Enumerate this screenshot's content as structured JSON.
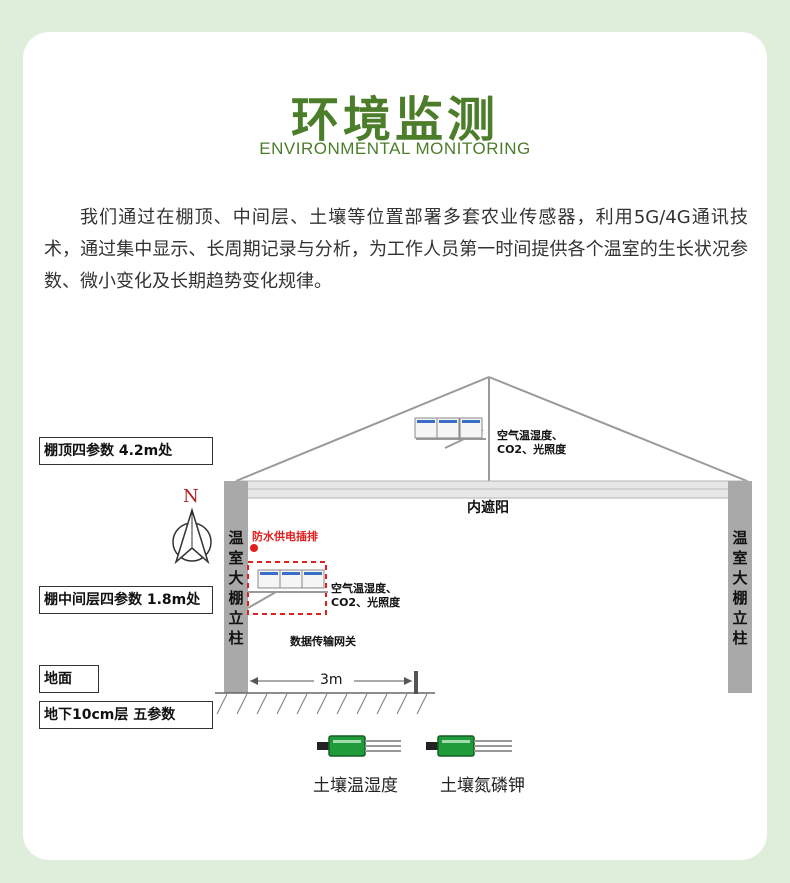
{
  "title": "环境监测",
  "subtitle": "ENVIRONMENTAL MONITORING",
  "description": "我们通过在棚顶、中间层、土壤等位置部署多套农业传感器，利用5G/4G通讯技术，通过集中显示、长周期记录与分析，为工作人员第一时间提供各个温室的生长状况参数、微小变化及长期趋势变化规律。",
  "diagram": {
    "labels": {
      "roof": "棚顶四参数    4.2m处",
      "middle": "棚中间层四参数 1.8m处",
      "ground": "地面",
      "underground": "地下10cm层  五参数"
    },
    "compass_letter": "N",
    "roof_sensor_text_1": "空气温湿度、",
    "roof_sensor_text_2": "CO2、光照度",
    "mid_sensor_text_1": "空气温湿度、",
    "mid_sensor_text_2": "CO2、光照度",
    "shade_label": "内遮阳",
    "power_label": "防水供电插排",
    "gateway_label": "数据传输网关",
    "pillar_left": "温室大棚立柱",
    "pillar_right": "温室大棚立柱",
    "distance": "3m",
    "soil_sensor_1": "土壤温湿度",
    "soil_sensor_2": "土壤氮磷钾"
  },
  "colors": {
    "accent": "#4c7d2a",
    "background": "#dfeeda",
    "sensor_green": "#1f9b3a",
    "red": "#e0201e"
  }
}
